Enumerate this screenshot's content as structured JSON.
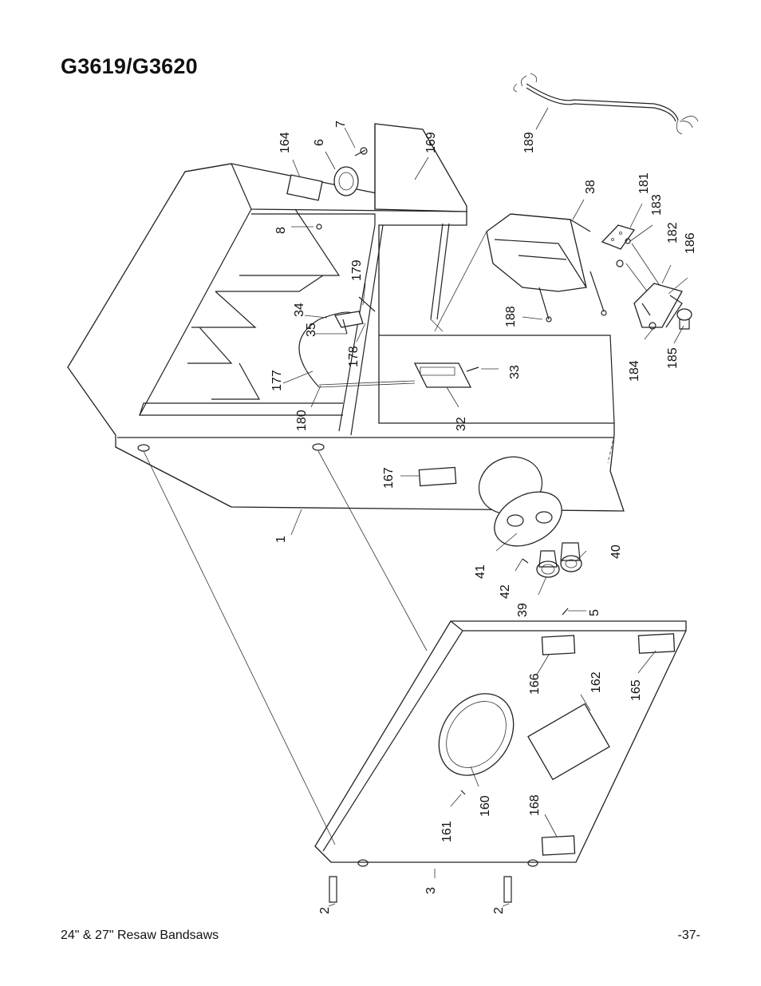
{
  "header": {
    "title": "G3619/G3620"
  },
  "footer": {
    "left": "24\" & 27\" Resaw Bandsaws",
    "right": "-37-"
  },
  "callouts": [
    {
      "id": "c189",
      "text": "189"
    },
    {
      "id": "c164",
      "text": "164"
    },
    {
      "id": "c6",
      "text": "6"
    },
    {
      "id": "c7",
      "text": "7"
    },
    {
      "id": "c169",
      "text": "169"
    },
    {
      "id": "c8",
      "text": "8"
    },
    {
      "id": "c38",
      "text": "38"
    },
    {
      "id": "c181",
      "text": "181"
    },
    {
      "id": "c183",
      "text": "183"
    },
    {
      "id": "c182",
      "text": "182"
    },
    {
      "id": "c186",
      "text": "186"
    },
    {
      "id": "c179",
      "text": "179"
    },
    {
      "id": "c34",
      "text": "34"
    },
    {
      "id": "c35",
      "text": "35"
    },
    {
      "id": "c178",
      "text": "178"
    },
    {
      "id": "c188",
      "text": "188"
    },
    {
      "id": "c177",
      "text": "177"
    },
    {
      "id": "c180",
      "text": "180"
    },
    {
      "id": "c33",
      "text": "33"
    },
    {
      "id": "c32",
      "text": "32"
    },
    {
      "id": "c184",
      "text": "184"
    },
    {
      "id": "c185",
      "text": "185"
    },
    {
      "id": "c167",
      "text": "167"
    },
    {
      "id": "c1",
      "text": "1"
    },
    {
      "id": "c41",
      "text": "41"
    },
    {
      "id": "c42",
      "text": "42"
    },
    {
      "id": "c40",
      "text": "40"
    },
    {
      "id": "c39",
      "text": "39"
    },
    {
      "id": "c5",
      "text": "5"
    },
    {
      "id": "c166",
      "text": "166"
    },
    {
      "id": "c162",
      "text": "162"
    },
    {
      "id": "c165",
      "text": "165"
    },
    {
      "id": "c168",
      "text": "168"
    },
    {
      "id": "c160",
      "text": "160"
    },
    {
      "id": "c161",
      "text": "161"
    },
    {
      "id": "c3",
      "text": "3"
    },
    {
      "id": "c2a",
      "text": "2"
    },
    {
      "id": "c2b",
      "text": "2"
    }
  ]
}
